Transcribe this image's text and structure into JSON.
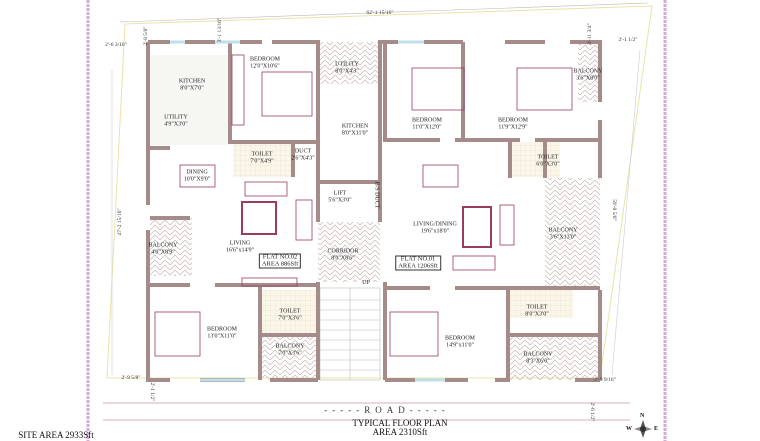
{
  "plan": {
    "title": "TYPICAL FLOOR PLAN",
    "area": "AREA 2310Sft",
    "site_area": "SITE AREA 2933Sft",
    "road": "-----ROAD-----",
    "compass": {
      "n": "N",
      "w": "W",
      "e": "E"
    },
    "colors": {
      "wall": "#a58c8a",
      "furniture": "#9b3d5a",
      "border": "#d9a8d9",
      "plot_line": "#e8e4a8"
    }
  },
  "dimensions": {
    "top": "62'-1 15/16\"",
    "top_left_offset": "2'-6 3/16\"",
    "top_left_vert": "2'-8 5/8\"",
    "top_mid_vert": "3'-1 13/16\"",
    "top_right_vert": "3'-11 3/4\"",
    "top_right_offset": "2'-1 1/2\"",
    "left": "47'-2 15/16\"",
    "right": "59'-0 5/8\"",
    "bottom_left_offset": "2'-9 5/8\"",
    "bottom_left_vert": "2'-1 1/2\"",
    "bottom_right_offset": "2'-9 9/16\"",
    "bottom_right_vert": "2'-6 1/2\""
  },
  "rooms": [
    {
      "name": "KITCHEN",
      "size": "8'0\"X7'0\""
    },
    {
      "name": "UTILITY",
      "size": "4'9\"X3'0\""
    },
    {
      "name": "BEDROOM",
      "size": "12'0\"X10'6\""
    },
    {
      "name": "UTILITY",
      "size": "8'0\"X4'3\""
    },
    {
      "name": "KITCHEN",
      "size": "8'0\"X11'0\""
    },
    {
      "name": "TOILET",
      "size": "7'0\"X4'9\""
    },
    {
      "name": "DUCT",
      "size": "2'6\"X4'3\""
    },
    {
      "name": "DINING",
      "size": "10'0\"X9'0\""
    },
    {
      "name": "LIFT",
      "size": "5'6\"X3'0\""
    },
    {
      "name": "BEDROOM",
      "size": "11'0\"X12'0\""
    },
    {
      "name": "BEDROOM",
      "size": "11'9\"X12'9\""
    },
    {
      "name": "BALCONY",
      "size": "3'6\"X8'0\""
    },
    {
      "name": "TOILET",
      "size": "6'0\"X3'0\""
    },
    {
      "name": "LIVING",
      "size": "16'6\"x14'9\""
    },
    {
      "name": "BALCONY",
      "size": "4'0\"X8'9\""
    },
    {
      "name": "CORRIDOR",
      "size": "8'0\"X8'6\""
    },
    {
      "name": "LIVING/DINING",
      "size": "19'6\"x18'0\""
    },
    {
      "name": "BALCONY",
      "size": "3'6\"X13'0\""
    },
    {
      "name": "BEDROOM",
      "size": "13'0\"X11'0\""
    },
    {
      "name": "TOILET",
      "size": "7'0\"X3'6\""
    },
    {
      "name": "BALCONY",
      "size": "7'0\"X3'6\""
    },
    {
      "name": "BEDROOM",
      "size": "14'9\"x11'0\""
    },
    {
      "name": "TOILET",
      "size": "8'0\"X3'0\""
    },
    {
      "name": "BALCONY",
      "size": "8'3\"X6'0\""
    }
  ],
  "misc": {
    "bs_duct": "B/S DUCT",
    "up": "UP"
  },
  "flats": [
    {
      "no": "FLAT NO.02",
      "area": "AREA 886Sft"
    },
    {
      "no": "FLAT NO.01",
      "area": "AREA 1206Sft"
    }
  ]
}
